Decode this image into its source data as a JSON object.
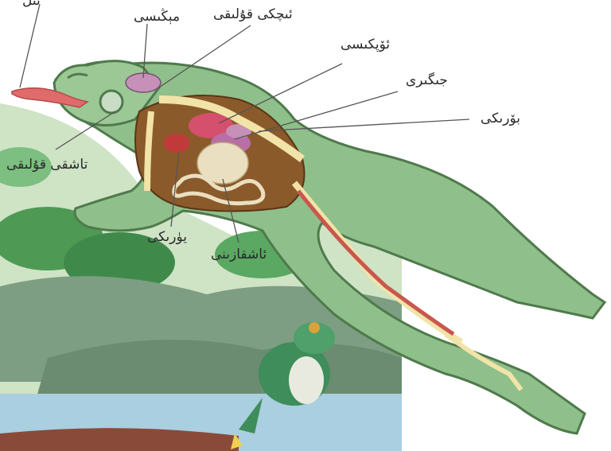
{
  "labels": {
    "tongue": "تىل",
    "brain": "مېڭىسى",
    "intestine_upper": "ئىچكى قۇلىقى",
    "lung": "ئۆپكىسى",
    "liver": "جىگىرى",
    "kidney": "بۆرىكى",
    "outer_ear": "تاشقى قۇلىقى",
    "heart": "يۈرىكى",
    "stomach": "ئاشقازىنى"
  },
  "colors": {
    "frog_skin": "#8fbf8a",
    "frog_outline": "#4f7a4c",
    "body_cavity": "#8b5a2b",
    "bone": "#f2e3a8",
    "tongue": "#e06b6b",
    "water": "#a9cfe0",
    "rock": "#7d9e82",
    "foliage": "#3f8a4a"
  }
}
